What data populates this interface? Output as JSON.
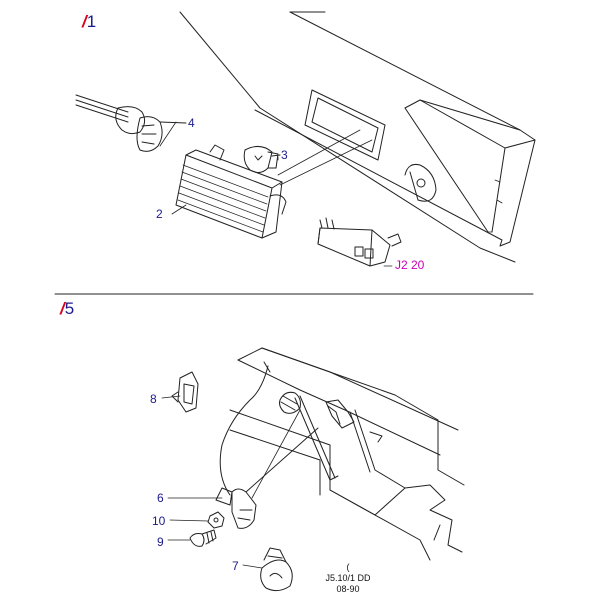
{
  "sections": [
    {
      "mark": "/",
      "number": "1"
    },
    {
      "mark": "/",
      "number": "5"
    }
  ],
  "callouts": {
    "p4": "4",
    "p3": "3",
    "p2": "2",
    "ref": "J2 20",
    "p8": "8",
    "p6": "6",
    "p10": "10",
    "p9": "9",
    "p7": "7"
  },
  "footer": {
    "symbol": "(",
    "code": "J5.10/1 DD",
    "date": "08-90"
  },
  "colors": {
    "section_mark": "#d8001a",
    "callout": "#1a1a8c",
    "reference": "#c800b4",
    "line": "#222222"
  }
}
